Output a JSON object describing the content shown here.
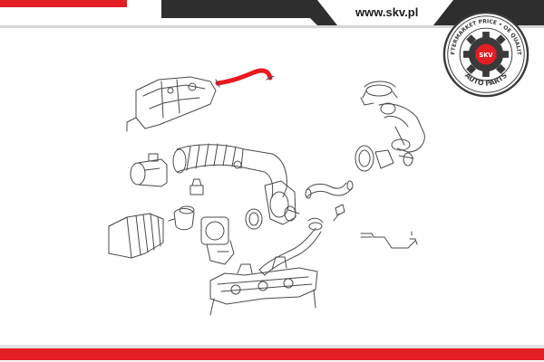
{
  "header": {
    "site_url": "www.skv.pl"
  },
  "seal": {
    "top_text": "AFTERMARKET PRICE • OE QUALITY",
    "bottom_text": "AUTO PARTS",
    "center_text": "SKV"
  },
  "colors": {
    "brand_red": "#e31e24",
    "hose_highlight": "#e8191f",
    "line_art": "#4a4a4a",
    "seal_dark": "#3a3a3a",
    "banner_dark": "#2e2e2e"
  }
}
